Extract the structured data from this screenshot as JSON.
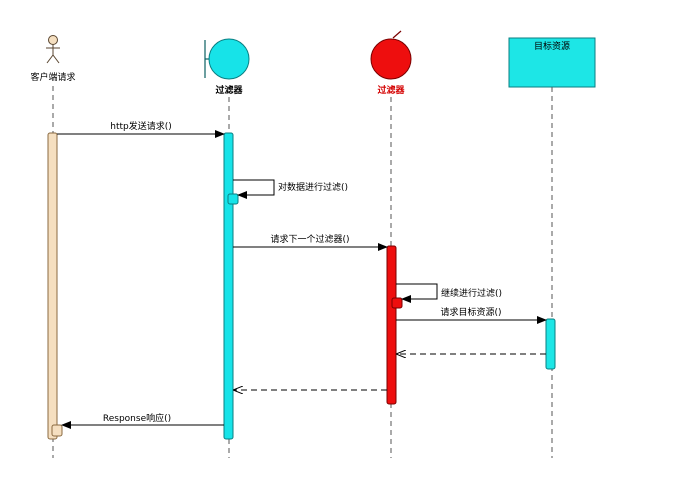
{
  "participants": {
    "client": {
      "label": "客户端请求",
      "fill": "#f5dfc0",
      "stroke": "#8a6a40"
    },
    "boundary_filter": {
      "label": "过滤器",
      "fill": "#17e3e8",
      "stroke": "#0a7f82"
    },
    "control_filter": {
      "label": "过滤器",
      "fill": "#ee0e0e",
      "stroke": "#7a0000",
      "label_color": "#d40000"
    },
    "target": {
      "label": "目标资源",
      "fill": "#1de6e6",
      "stroke": "#0a7f82"
    }
  },
  "messages": {
    "m1": "http发送请求()",
    "m2": "对数据进行过滤()",
    "m3": "请求下一个过滤器()",
    "m4": "继续进行过滤()",
    "m5": "请求目标资源()",
    "m6": "Response响应()"
  },
  "colors": {
    "lifeline": "#555555",
    "activation_client": "#f5dfc0",
    "activation_boundary": "#17e3e8",
    "activation_control": "#ee0e0e"
  }
}
